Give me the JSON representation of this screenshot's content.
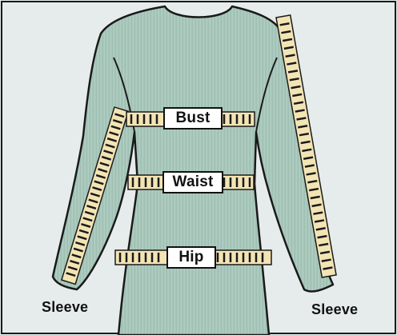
{
  "labels": {
    "bust": "Bust",
    "waist": "Waist",
    "hip": "Hip",
    "sleeve_left": "Sleeve",
    "sleeve_right": "Sleeve"
  },
  "colors": {
    "background": "#e6ecec",
    "garment": "#a9c8bd",
    "outline": "#1a1a1a",
    "tape": "#f3e4b4",
    "tape_tick": "#1a1a1a"
  }
}
